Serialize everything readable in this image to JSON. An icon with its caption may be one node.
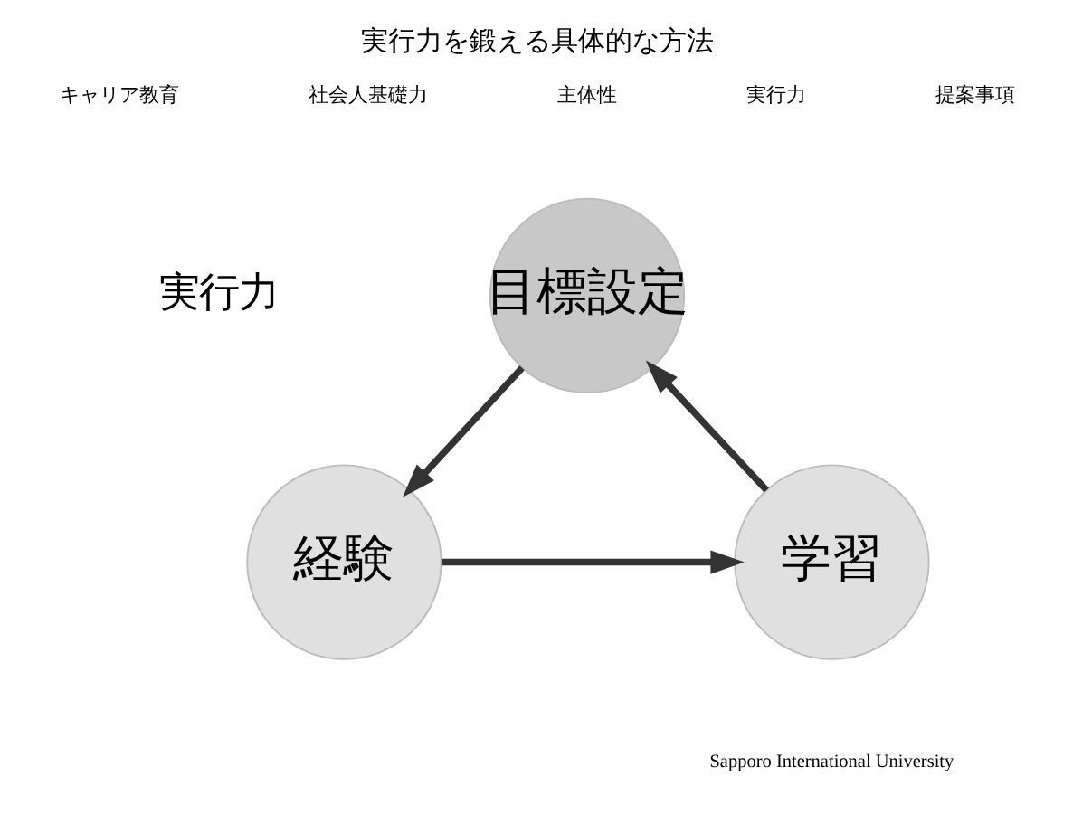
{
  "diagram": {
    "title": "実行力を鍛える具体的な方法",
    "nodes": [
      {
        "text": [
          "目標設定"
        ]
      },
      {
        "text": [
          "学習"
        ]
      },
      {
        "text": [
          "経験"
        ]
      }
    ],
    "edges": [
      {
        "from": 0,
        "to": 2,
        "arrow": "to"
      },
      {
        "from": 2,
        "to": 1,
        "arrow": "to"
      },
      {
        "from": 1,
        "to": 0,
        "arrow": "to"
      }
    ],
    "labels": [
      "キャリア教育",
      "社会人基礎力",
      "主体性",
      "実行力",
      "提案事項",
      "実行力",
      "Sapporo International University"
    ]
  }
}
